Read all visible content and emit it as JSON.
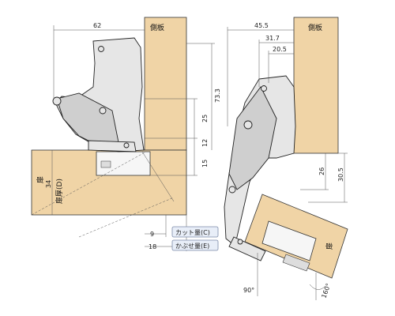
{
  "left_figure": {
    "side_panel_label": "側板",
    "door_label": "扉",
    "door_thickness_label": "扉厚(D)",
    "dims": {
      "width_62": "62",
      "height_73_3": "73.3",
      "height_25": "25",
      "height_12": "12",
      "height_15": "15",
      "thickness_34": "34",
      "offset_9": "9",
      "offset_18": "18"
    },
    "legend": {
      "cut_amount": "カット量(C)",
      "overlay_amount": "かぶせ量(E)"
    }
  },
  "right_figure": {
    "side_panel_label": "側板",
    "door_label": "扉",
    "dims": {
      "width_45_5": "45.5",
      "width_31_7": "31.7",
      "width_20_5": "20.5",
      "height_26": "26",
      "height_30_5": "30.5",
      "angle_90": "90°",
      "angle_160": "160°"
    }
  }
}
